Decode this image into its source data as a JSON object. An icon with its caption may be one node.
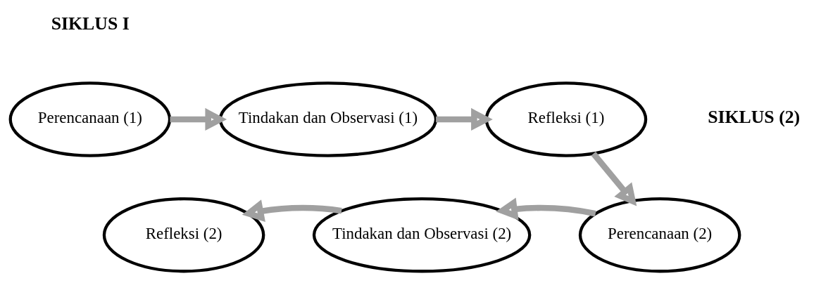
{
  "diagram": {
    "nodes": [
      {
        "text": [
          "Perencanaan (1)"
        ]
      },
      {
        "text": [
          "Tindakan dan Observasi (1)"
        ]
      },
      {
        "text": [
          "Refleksi (1)"
        ]
      },
      {
        "text": [
          "Perencanaan (2)"
        ]
      },
      {
        "text": [
          "Tindakan dan Observasi (2)"
        ]
      },
      {
        "text": [
          "Refleksi (2)"
        ]
      }
    ],
    "edges": [
      {
        "from": 0,
        "to": 1,
        "arrow": "to"
      },
      {
        "from": 1,
        "to": 2,
        "arrow": "to"
      },
      {
        "from": 2,
        "to": 3,
        "arrow": "to"
      },
      {
        "from": 3,
        "to": 4,
        "arrow": "to"
      },
      {
        "from": 4,
        "to": 5,
        "arrow": "to"
      }
    ],
    "labels": [
      "SIKLUS I",
      "SIKLUS (2)"
    ]
  }
}
